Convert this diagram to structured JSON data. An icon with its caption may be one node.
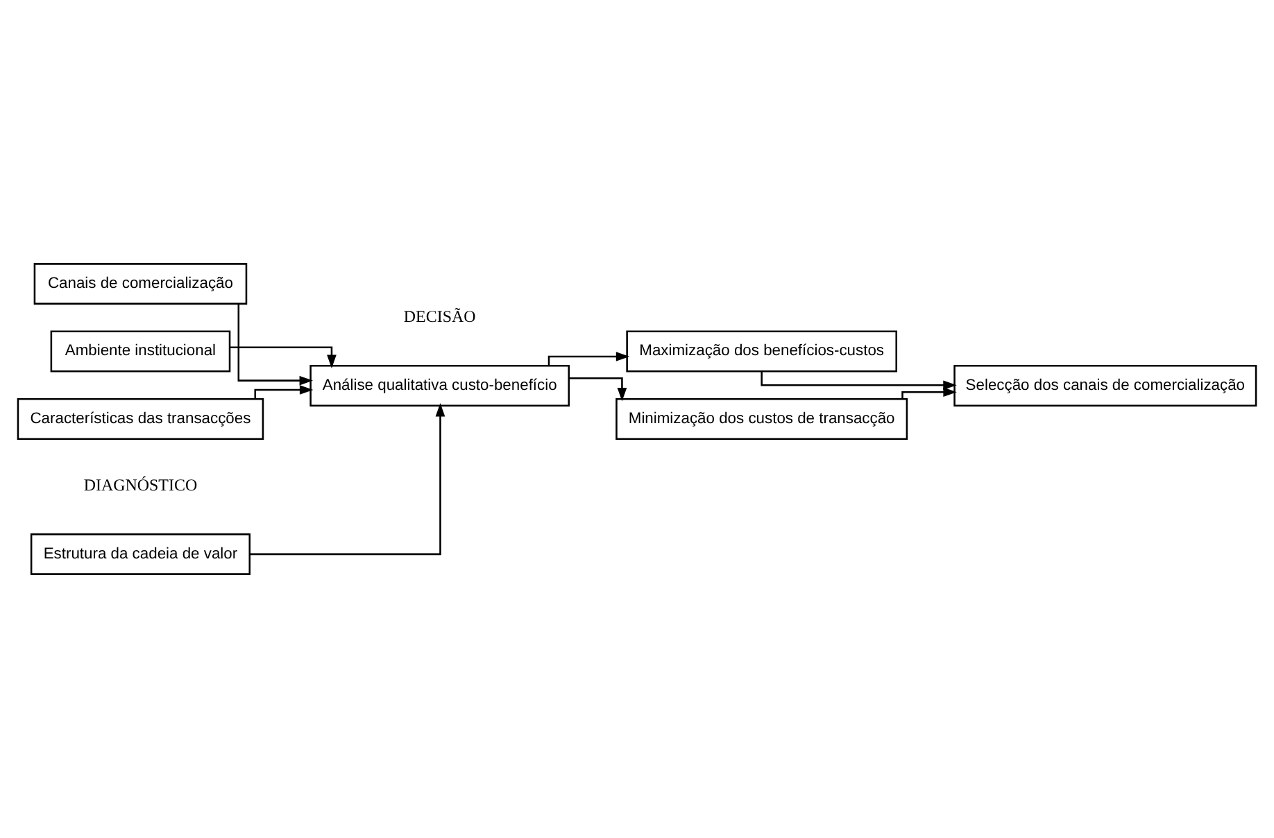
{
  "diagram": {
    "nodes": [
      {
        "text": [
          "Estrutura da cadeia de valor"
        ]
      },
      {
        "text": [
          "Canais de comercialização"
        ]
      },
      {
        "text": [
          "Ambiente institucional"
        ]
      },
      {
        "text": [
          "Características das transacções"
        ]
      },
      {
        "text": [
          "Análise qualitativa custo-benefício"
        ]
      },
      {
        "text": [
          "Maximização dos benefícios-custos"
        ]
      },
      {
        "text": [
          "Minimização dos custos de transacção"
        ]
      },
      {
        "text": [
          "Selecção dos canais de comercialização"
        ]
      }
    ],
    "edges": [
      {
        "from": 0,
        "to": 4,
        "arrow": "to"
      },
      {
        "from": 1,
        "to": 4,
        "arrow": "to"
      },
      {
        "from": 2,
        "to": 4,
        "arrow": "to"
      },
      {
        "from": 3,
        "to": 4,
        "arrow": "to"
      },
      {
        "from": 4,
        "to": 5,
        "arrow": "to"
      },
      {
        "from": 4,
        "to": 6,
        "arrow": "to"
      },
      {
        "from": 5,
        "to": 7,
        "arrow": "to"
      },
      {
        "from": 6,
        "to": 7,
        "arrow": "to"
      }
    ],
    "labels": [
      "DIAGNÓSTICO",
      "DECISÃO"
    ]
  }
}
